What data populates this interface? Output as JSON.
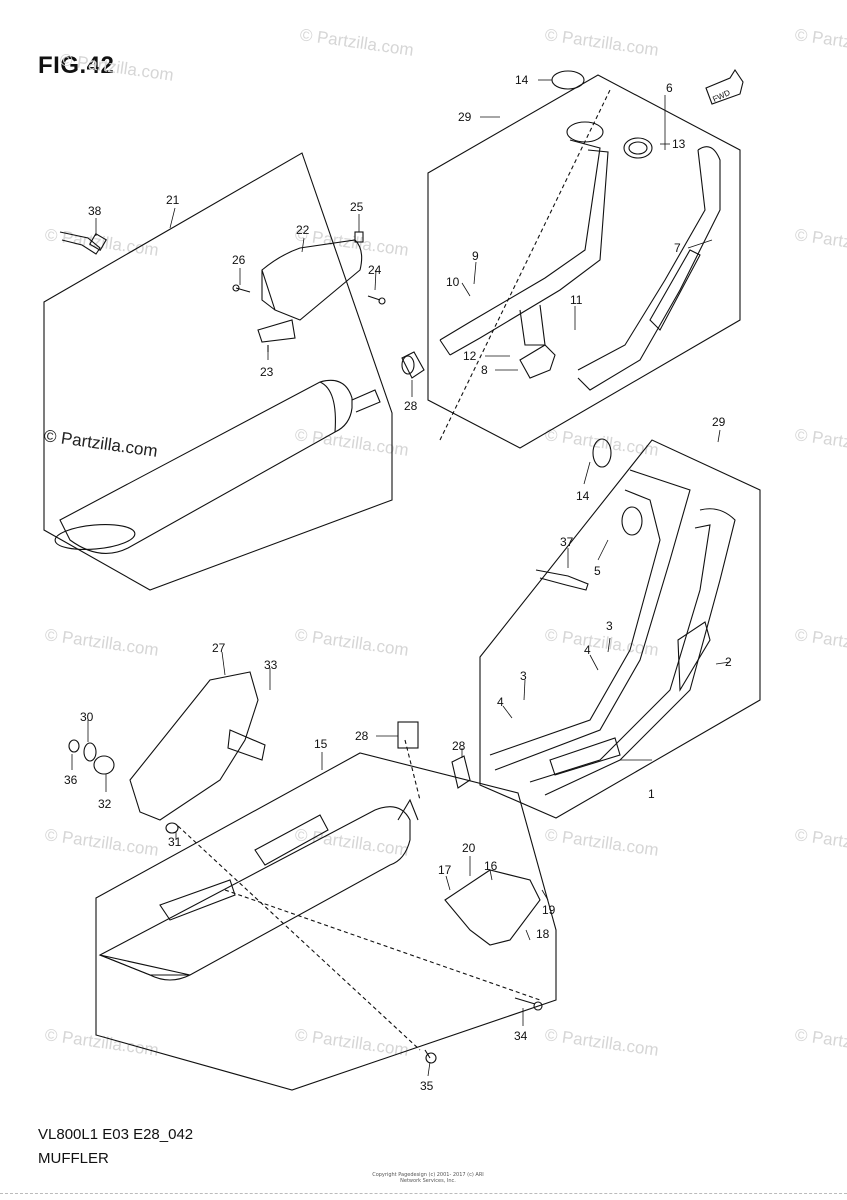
{
  "figure": {
    "title": "FIG.42",
    "code": "VL800L1 E03 E28_042",
    "name": "MUFFLER",
    "copyright_main": "© Partzilla.com",
    "watermark": "© Partzilla.com",
    "footer_copyright": "Copyright\nPagedesign (c) 2001- 2017 (c) ARI Network Services, Inc.",
    "fwd_label": "FWD"
  },
  "callouts": [
    {
      "id": "c14a",
      "text": "14"
    },
    {
      "id": "c6",
      "text": "6"
    },
    {
      "id": "c29a",
      "text": "29"
    },
    {
      "id": "c13",
      "text": "13"
    },
    {
      "id": "c38",
      "text": "38"
    },
    {
      "id": "c21",
      "text": "21"
    },
    {
      "id": "c25",
      "text": "25"
    },
    {
      "id": "c22",
      "text": "22"
    },
    {
      "id": "c26",
      "text": "26"
    },
    {
      "id": "c24",
      "text": "24"
    },
    {
      "id": "c9",
      "text": "9"
    },
    {
      "id": "c10",
      "text": "10"
    },
    {
      "id": "c7",
      "text": "7"
    },
    {
      "id": "c11",
      "text": "11"
    },
    {
      "id": "c12",
      "text": "12"
    },
    {
      "id": "c8",
      "text": "8"
    },
    {
      "id": "c23",
      "text": "23"
    },
    {
      "id": "c28a",
      "text": "28"
    },
    {
      "id": "c29b",
      "text": "29"
    },
    {
      "id": "c14b",
      "text": "14"
    },
    {
      "id": "c37",
      "text": "37"
    },
    {
      "id": "c5",
      "text": "5"
    },
    {
      "id": "c3a",
      "text": "3"
    },
    {
      "id": "c4a",
      "text": "4"
    },
    {
      "id": "c2",
      "text": "2"
    },
    {
      "id": "c3b",
      "text": "3"
    },
    {
      "id": "c4b",
      "text": "4"
    },
    {
      "id": "c27",
      "text": "27"
    },
    {
      "id": "c33",
      "text": "33"
    },
    {
      "id": "c30",
      "text": "30"
    },
    {
      "id": "c36",
      "text": "36"
    },
    {
      "id": "c32",
      "text": "32"
    },
    {
      "id": "c15",
      "text": "15"
    },
    {
      "id": "c28b",
      "text": "28"
    },
    {
      "id": "c28c",
      "text": "28"
    },
    {
      "id": "c1",
      "text": "1"
    },
    {
      "id": "c31",
      "text": "31"
    },
    {
      "id": "c20",
      "text": "20"
    },
    {
      "id": "c16",
      "text": "16"
    },
    {
      "id": "c17",
      "text": "17"
    },
    {
      "id": "c19",
      "text": "19"
    },
    {
      "id": "c18",
      "text": "18"
    },
    {
      "id": "c34",
      "text": "34"
    },
    {
      "id": "c35",
      "text": "35"
    }
  ]
}
